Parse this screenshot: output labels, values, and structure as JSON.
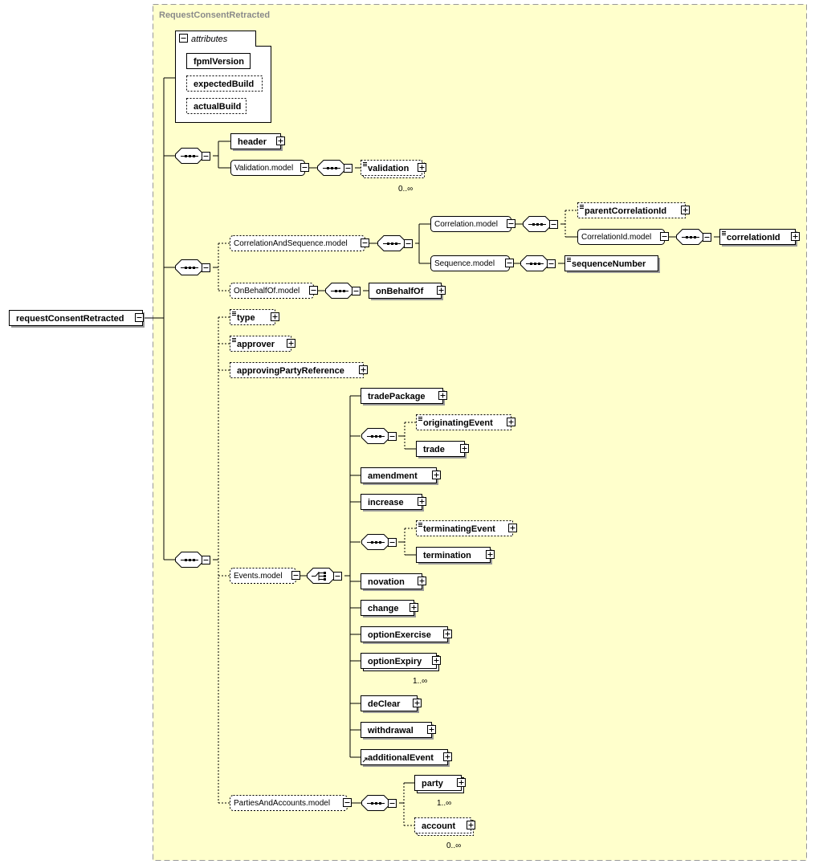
{
  "type_name": "RequestConsentRetracted",
  "root": "requestConsentRetracted",
  "attributes_label": "attributes",
  "attributes": [
    "fpmlVersion",
    "expectedBuild",
    "actualBuild"
  ],
  "elements": {
    "header": "header",
    "validation_model": "Validation.model",
    "validation": "validation",
    "correlation_and_sequence_model": "CorrelationAndSequence.model",
    "correlation_model": "Correlation.model",
    "parent_correlation_id": "parentCorrelationId",
    "correlation_id_model": "CorrelationId.model",
    "correlation_id": "correlationId",
    "sequence_model": "Sequence.model",
    "sequence_number": "sequenceNumber",
    "on_behalf_of_model": "OnBehalfOf.model",
    "on_behalf_of": "onBehalfOf",
    "type": "type",
    "approver": "approver",
    "approving_party_reference": "approvingPartyReference",
    "events_model": "Events.model",
    "trade_package": "tradePackage",
    "originating_event": "originatingEvent",
    "trade": "trade",
    "amendment": "amendment",
    "increase": "increase",
    "terminating_event": "terminatingEvent",
    "termination": "termination",
    "novation": "novation",
    "change": "change",
    "option_exercise": "optionExercise",
    "option_expiry": "optionExpiry",
    "de_clear": "deClear",
    "withdrawal": "withdrawal",
    "additional_event": "additionalEvent",
    "parties_and_accounts_model": "PartiesAndAccounts.model",
    "party": "party",
    "account": "account"
  },
  "cardinalities": {
    "validation": "0..∞",
    "option_expiry": "1..∞",
    "party": "1..∞",
    "account": "0..∞"
  },
  "colors": {
    "background": "#ffffcc",
    "box_fill": "#ffffff",
    "border": "#000000",
    "type_border": "#999999"
  }
}
